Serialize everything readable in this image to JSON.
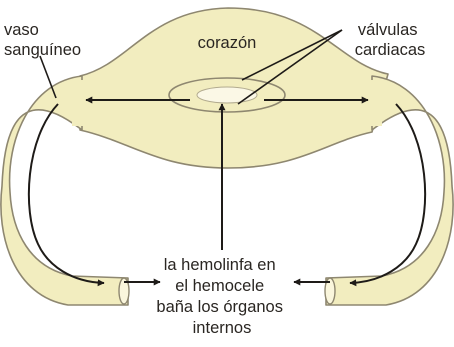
{
  "diagram": {
    "labels": {
      "vessel": [
        "vaso",
        "sanguíneo"
      ],
      "heart": "corazón",
      "valves": [
        "válvulas",
        "cardiacas"
      ],
      "hemolymph": [
        "la hemolinfa en",
        "el hemocele",
        "baña los órganos",
        "internos"
      ]
    },
    "colors": {
      "tissue_fill": "#f2edbf",
      "tissue_stroke": "#8e8770",
      "valve_inner": "#fbf8e6",
      "arrow": "#1e1b18",
      "text": "#2a2622"
    }
  }
}
